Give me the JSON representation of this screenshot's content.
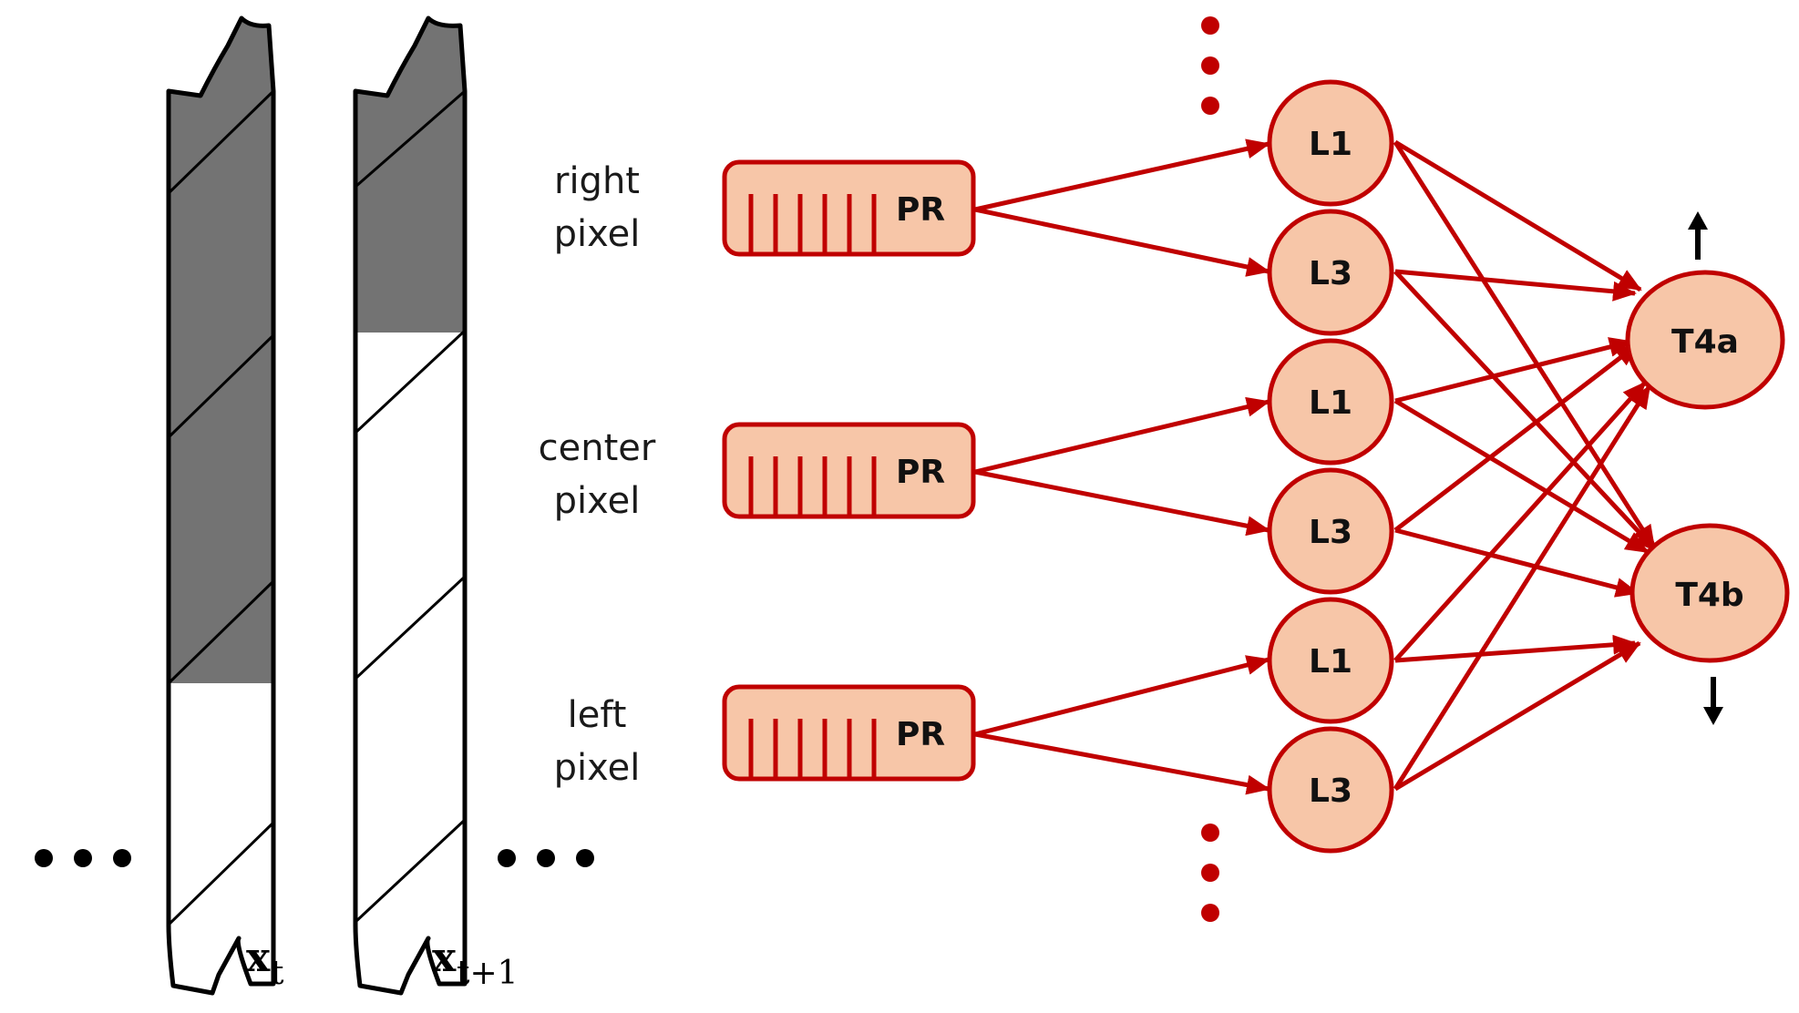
{
  "film_strips": [
    {
      "label_main": "x",
      "label_sub": "t"
    },
    {
      "label_main": "x",
      "label_sub": "t+1"
    }
  ],
  "pixel_labels": [
    {
      "line1": "right",
      "line2": "pixel"
    },
    {
      "line1": "center",
      "line2": "pixel"
    },
    {
      "line1": "left",
      "line2": "pixel"
    }
  ],
  "photoreceptors": [
    {
      "label": "PR"
    },
    {
      "label": "PR"
    },
    {
      "label": "PR"
    }
  ],
  "lamina_neurons": [
    {
      "label": "L1"
    },
    {
      "label": "L3"
    },
    {
      "label": "L1"
    },
    {
      "label": "L3"
    },
    {
      "label": "L1"
    },
    {
      "label": "L3"
    }
  ],
  "output_neurons": [
    {
      "label": "T4a",
      "direction_icon": "arrow-up"
    },
    {
      "label": "T4b",
      "direction_icon": "arrow-down"
    }
  ],
  "colors": {
    "red": "#c00000",
    "fill": "#f7c6a8",
    "dark_band": "#737373"
  }
}
